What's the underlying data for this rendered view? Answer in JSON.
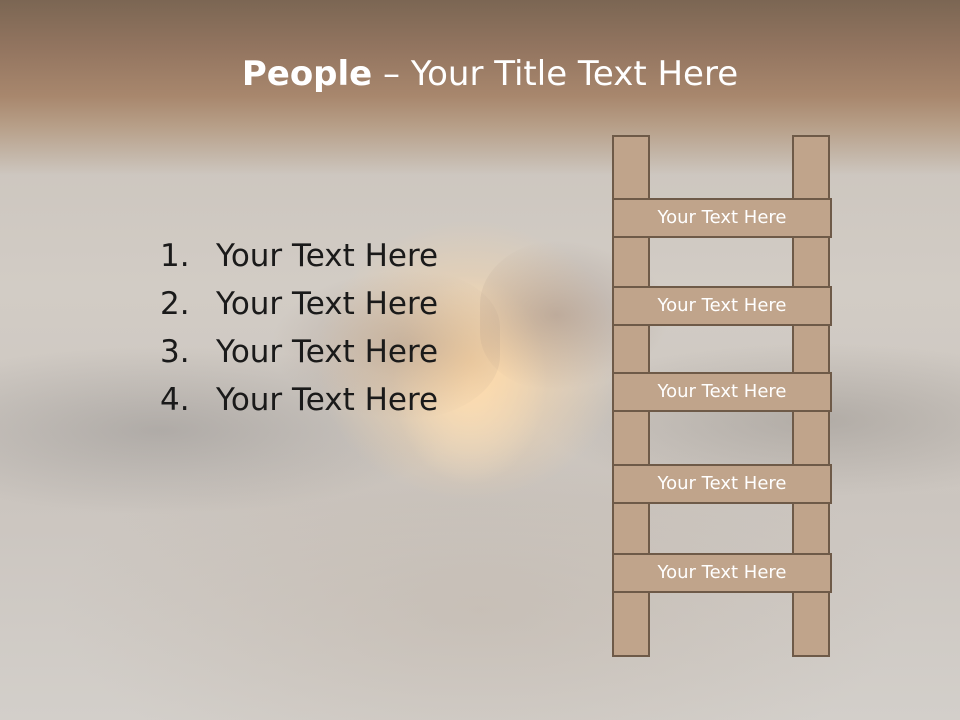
{
  "title": {
    "bold_part": "People",
    "separator": "– ",
    "rest": "Your Title Text Here"
  },
  "list_items": [
    {
      "number": "1.",
      "text": "Your Text Here"
    },
    {
      "number": "2.",
      "text": "Your Text Here"
    },
    {
      "number": "3.",
      "text": "Your Text Here"
    },
    {
      "number": "4.",
      "text": "Your Text Here"
    }
  ],
  "ladder_rungs": [
    "Your Text Here",
    "Your Text Here",
    "Your Text Here",
    "Your Text Here",
    "Your Text Here"
  ],
  "colors": {
    "ladder_fill": "#c0a48b",
    "ladder_outline": "#6e5a48",
    "header_band": "#a8876d",
    "title_text": "#ffffff",
    "body_text": "#1a1a1a"
  }
}
